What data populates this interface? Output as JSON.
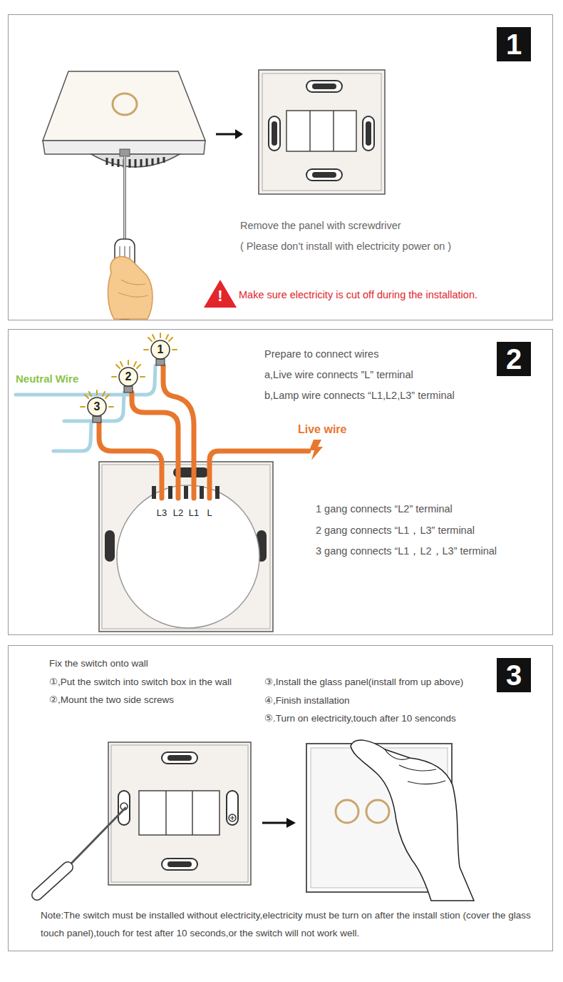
{
  "diagram": {
    "nodes": [
      {
        "text": [
          "Remove the panel with screwdriver",
          "( Please don't install with electricity power on )",
          "Make sure electricity is cut off during the installation."
        ]
      },
      {
        "text": [
          "1"
        ],
        "in": 0
      },
      {
        "text": [
          "Prepare to connect wires",
          "a,Live wire connects ”L” terminal",
          "b,Lamp wire connects “L1,L2,L3” terminal",
          "1 gang connects “L2” terminal",
          "2 gang connects “L1，L3” terminal",
          "3 gang connects “L1，L2，L3” terminal"
        ]
      },
      {
        "text": [
          "2"
        ],
        "in": 2
      },
      {
        "text": [
          "1"
        ],
        "in": 2
      },
      {
        "text": [
          "2"
        ],
        "in": 2
      },
      {
        "text": [
          "3"
        ],
        "in": 2
      },
      {
        "text": [
          "Fix the switch onto wall",
          "①,Put the switch into switch box in the wall",
          "②,Mount the two side screws",
          "③,Install the glass panel(install from up above)",
          "④,Finish installation",
          "⑤.Turn on electricity,touch after 10 senconds",
          "Note:The switch must be installed without electricity,electricity must be turn on after the install stion (cover the glass touch panel),touch for test after 10 seconds,or the switch will not work well."
        ]
      },
      {
        "text": [
          "3"
        ],
        "in": 7
      }
    ],
    "labels": [
      "!",
      "Neutral Wire",
      "Live wire",
      "L3",
      "L2",
      "L1",
      "L"
    ]
  }
}
